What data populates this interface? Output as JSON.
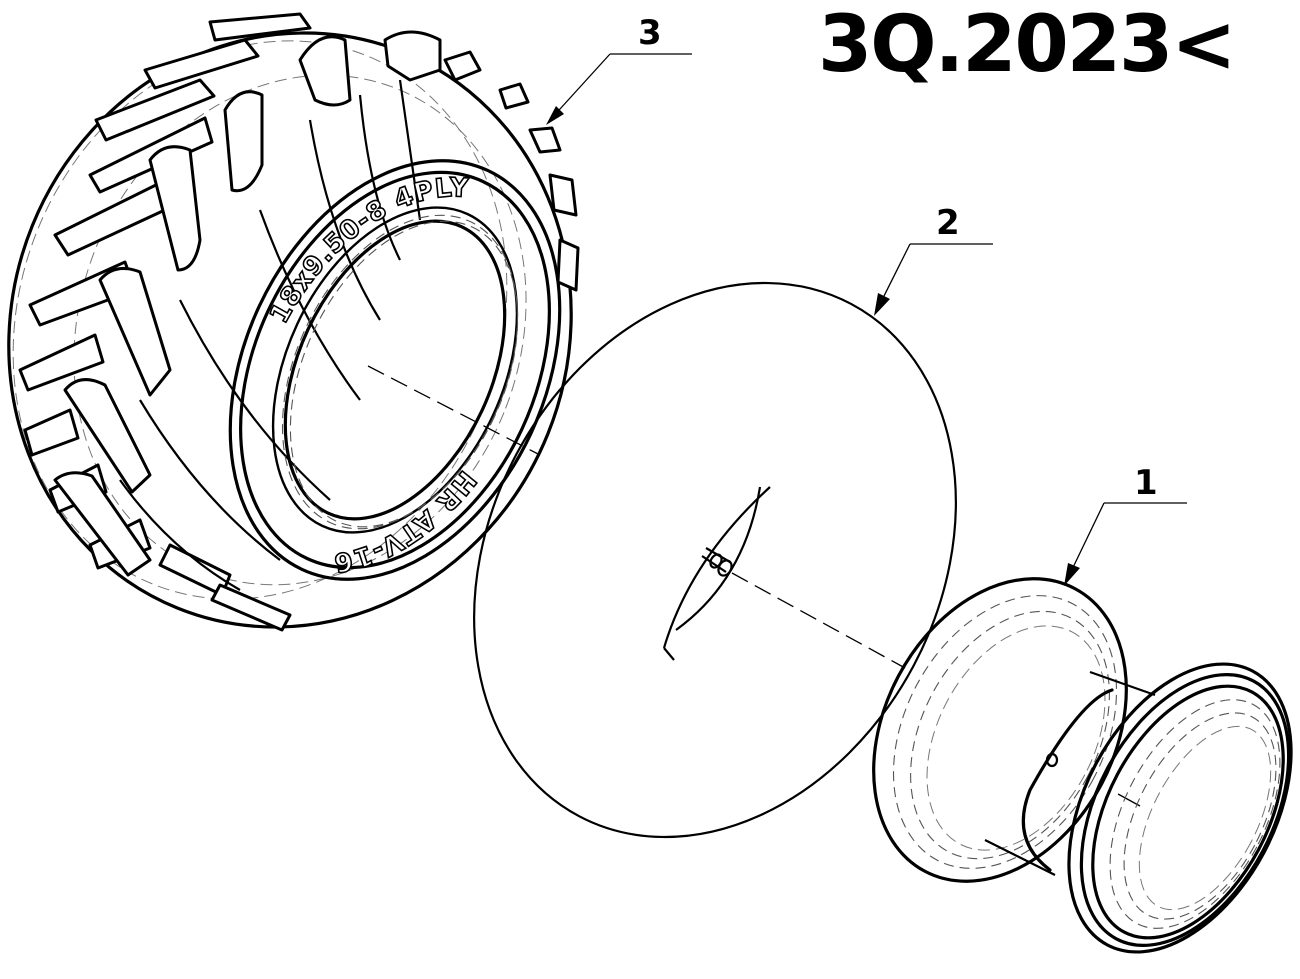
{
  "diagram": {
    "type": "exploded-parts-diagram",
    "version_label": "3Q.2023<",
    "colors": {
      "line": "#000000",
      "background": "#ffffff",
      "hidden_line": "#555555"
    },
    "callouts": [
      {
        "number": "3",
        "part": "tire"
      },
      {
        "number": "2",
        "part": "inner-tube"
      },
      {
        "number": "1",
        "part": "rim"
      }
    ],
    "tire": {
      "sidewall_text_top": "18x9.50-8 4PLY",
      "sidewall_text_bottom": "HR ATV-16"
    }
  }
}
